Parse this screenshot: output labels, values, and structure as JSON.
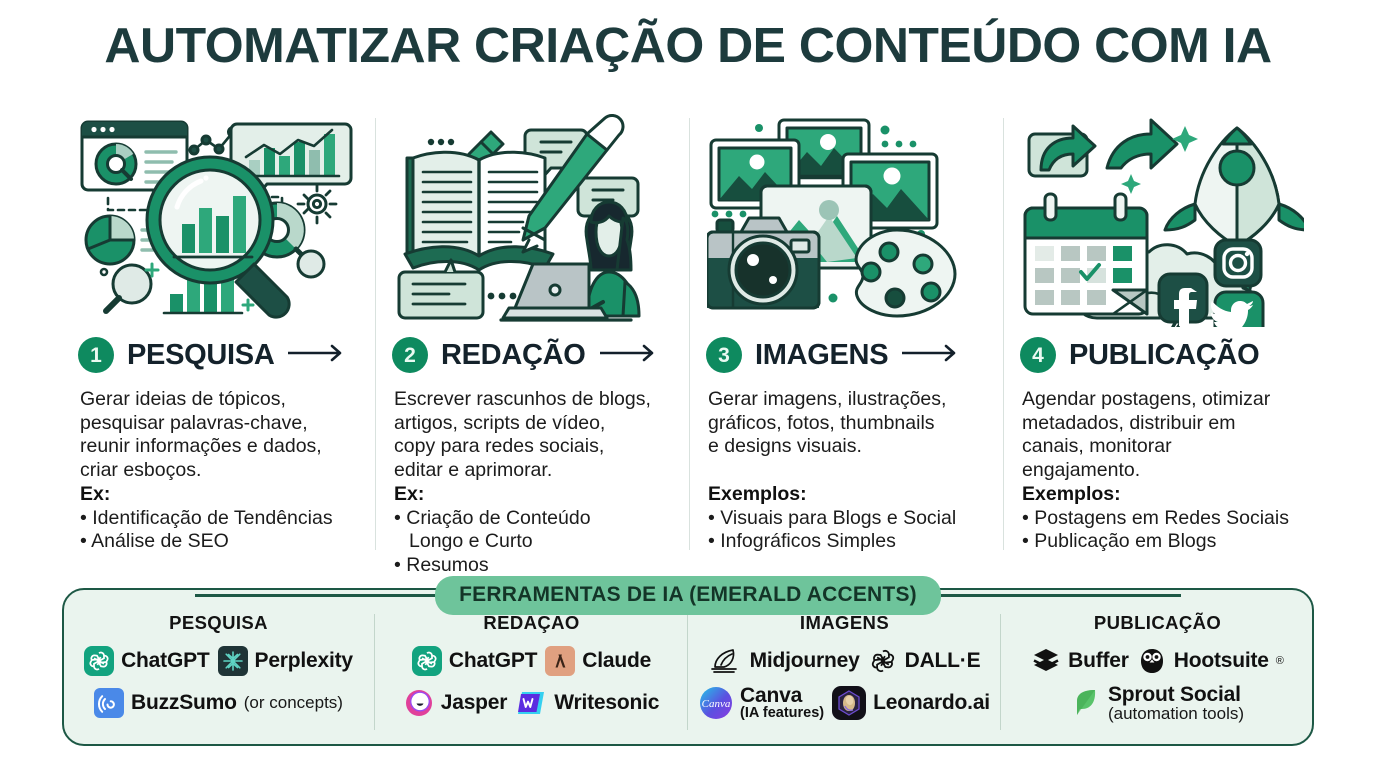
{
  "title": "AUTOMATIZAR CRIAÇÃO DE CONTEÚDO COM IA",
  "steps": [
    {
      "number": "1",
      "name": "PESQUISA",
      "description": "Gerar ideias de tópicos,\npesquisar palavras-chave,\nreunir informações e dados,\ncriar esboços.",
      "examples_label": "Ex:",
      "examples": [
        "Identificação de Tendências",
        "Análise de SEO"
      ],
      "art": "research-illustration",
      "arrow": "arrow-right-icon"
    },
    {
      "number": "2",
      "name": "REDAÇÃO",
      "description": "Escrever rascunhos de blogs,\nartigos, scripts de vídeo,\ncopy para redes sociais,\neditar e aprimorar.",
      "examples_label": "Ex:",
      "examples": [
        "Criação de Conteúdo\n   Longo e Curto",
        "Resumos"
      ],
      "art": "writing-illustration",
      "arrow": "arrow-right-icon"
    },
    {
      "number": "3",
      "name": "IMAGENS",
      "description": "Gerar imagens, ilustrações,\ngráficos, fotos, thumbnails\ne designs visuais.",
      "examples_label": "Exemplos:",
      "examples": [
        "Visuais para Blogs e Social",
        "Infográficos Simples"
      ],
      "art": "images-illustration",
      "arrow": "arrow-right-icon"
    },
    {
      "number": "4",
      "name": "PUBLICAÇÃO",
      "description": "Agendar postagens, otimizar\nmetadados, distribuir em\ncanais, monitorar\nengajamento.",
      "examples_label": "Exemplos:",
      "examples": [
        "Postagens em Redes Sociais",
        "Publicação em Blogs"
      ],
      "art": "publish-illustration",
      "arrow": ""
    }
  ],
  "tools_banner": "FERRAMENTAS DE IA (EMERALD ACCENTS)",
  "tool_groups": [
    {
      "title": "PESQUISA",
      "row1": [
        {
          "name": "ChatGPT",
          "icon": "chatgpt-icon",
          "note": ""
        },
        {
          "name": "Perplexity",
          "icon": "perplexity-icon",
          "note": ""
        }
      ],
      "row2": [
        {
          "name": "BuzzSumo",
          "icon": "buzzsumo-icon",
          "note": "(or concepts)"
        }
      ]
    },
    {
      "title": "REDAÇÃO",
      "row1": [
        {
          "name": "ChatGPT",
          "icon": "chatgpt-icon",
          "note": ""
        },
        {
          "name": "Claude",
          "icon": "claude-icon",
          "note": ""
        }
      ],
      "row2": [
        {
          "name": "Jasper",
          "icon": "jasper-icon",
          "note": ""
        },
        {
          "name": "Writesonic",
          "icon": "writesonic-icon",
          "note": ""
        }
      ]
    },
    {
      "title": "IMAGENS",
      "row1": [
        {
          "name": "Midjourney",
          "icon": "midjourney-icon",
          "note": ""
        },
        {
          "name": "DALL·E",
          "icon": "openai-icon",
          "note": ""
        }
      ],
      "row2": [
        {
          "name": "Canva",
          "icon": "canva-icon",
          "note": "(IA features)"
        },
        {
          "name": "Leonardo.ai",
          "icon": "leonardo-icon",
          "note": ""
        }
      ]
    },
    {
      "title": "PUBLICAÇÃO",
      "row1": [
        {
          "name": "Buffer",
          "icon": "buffer-icon",
          "note": ""
        },
        {
          "name": "Hootsuite",
          "icon": "hootsuite-icon",
          "note": ""
        }
      ],
      "row2": [
        {
          "name": "Sprout Social",
          "icon": "sprout-social-icon",
          "note": "(automation tools)"
        }
      ]
    }
  ],
  "colors": {
    "title": "#1d3b3d",
    "emerald": "#0e8a5f",
    "emerald_light": "#3cb185",
    "emerald_dark": "#14533f",
    "panel_bg": "#eaf4ee",
    "panel_border": "#1d5845",
    "banner_bg": "#6ec49b",
    "ink": "#14222b"
  }
}
